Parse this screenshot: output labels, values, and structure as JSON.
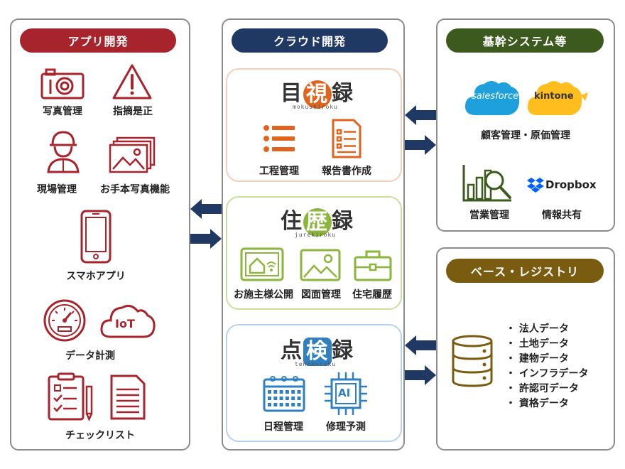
{
  "app_panel": {
    "title": "アプリ開発",
    "items": [
      "写真管理",
      "指摘是正",
      "現場管理",
      "お手本写真機能",
      "スマホアプリ",
      "データ計測",
      "チェックリスト"
    ],
    "iot_text": "IoT"
  },
  "cloud_panel": {
    "title": "クラウド開発",
    "mokushiroku": {
      "pre": "目",
      "mid": "視",
      "post": "録",
      "roman": "mokushiroku",
      "items": [
        "工程管理",
        "報告書作成"
      ]
    },
    "jurekiroku": {
      "pre": "住",
      "mid": "歴",
      "post": "録",
      "roman": "jurekiroku",
      "items": [
        "お施主様公開",
        "図面管理",
        "住宅履歴"
      ]
    },
    "tenkenroku": {
      "pre": "点",
      "mid": "検",
      "post": "録",
      "roman": "tenkenroku",
      "items": [
        "日程管理",
        "修理予測"
      ],
      "ai_text": "AI"
    }
  },
  "core_panel": {
    "title": "基幹システム等",
    "salesforce": "salesforce",
    "kintone": "kintone",
    "dropbox": "Dropbox",
    "items": [
      "顧客管理・原価管理",
      "営業管理",
      "情報共有"
    ]
  },
  "base_panel": {
    "title": "ベース・レジストリ",
    "items": [
      "法人データ",
      "土地データ",
      "建物データ",
      "インフラデータ",
      "許認可データ",
      "資格データ"
    ]
  },
  "colors": {
    "app": "#a8242d",
    "cloud": "#1f3864",
    "core": "#3d5a1e",
    "base": "#7a5c10",
    "moku": "#e0641e",
    "jureki": "#8bb63b",
    "tenken": "#2f7fc1"
  }
}
